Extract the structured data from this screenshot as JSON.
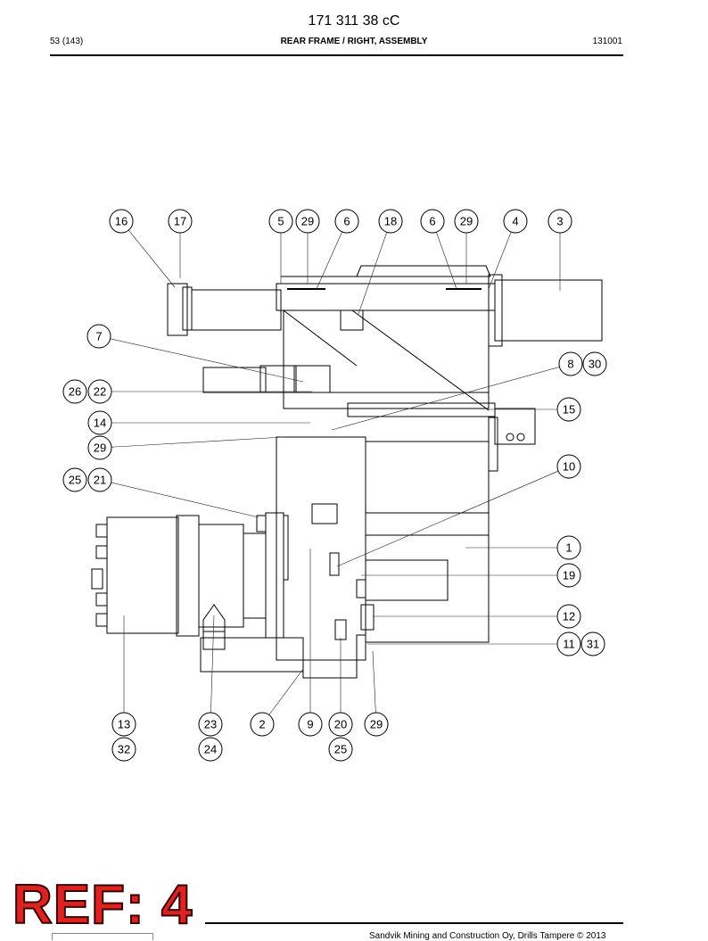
{
  "header": {
    "doc_number": "171 311 38 cC",
    "page_index": "53 (143)",
    "title": "REAR FRAME / RIGHT, ASSEMBLY",
    "date_code": "131001"
  },
  "footer": {
    "copyright": "Sandvik Mining and Construction Oy, Drills Tampere © 2013"
  },
  "stamp": {
    "text": "REF: 4",
    "color": "#d22222"
  },
  "callouts": [
    "16",
    "17",
    "5",
    "29",
    "6",
    "18",
    "6",
    "29",
    "4",
    "3",
    "7",
    "8",
    "30",
    "26",
    "22",
    "15",
    "14",
    "29",
    "25",
    "21",
    "10",
    "1",
    "19",
    "12",
    "11",
    "31",
    "13",
    "23",
    "2",
    "9",
    "20",
    "29",
    "32",
    "24",
    "25"
  ]
}
